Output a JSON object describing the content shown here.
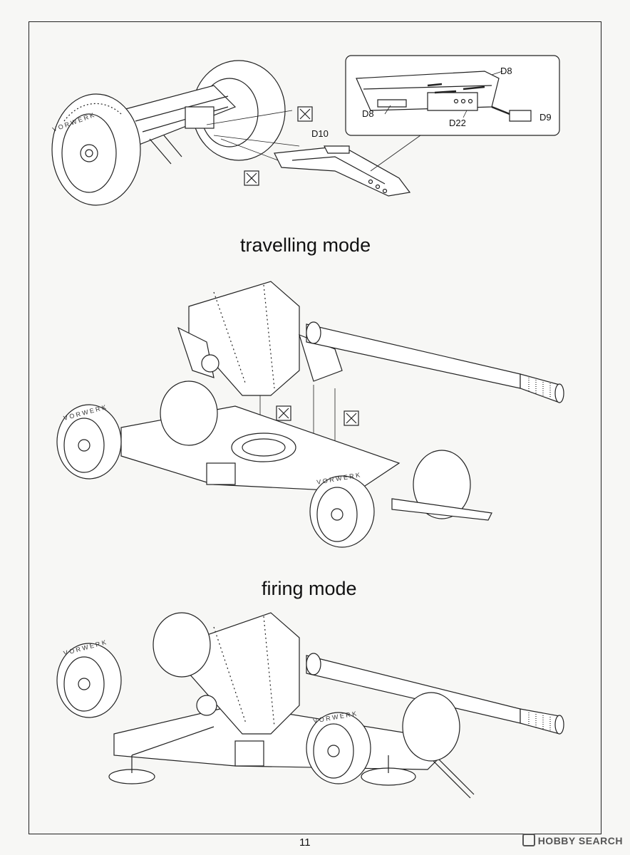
{
  "labels": {
    "travelling": "travelling mode",
    "firing": "firing mode"
  },
  "callouts": {
    "d8_top": "D8",
    "d8_left": "D8",
    "d9": "D9",
    "d22": "D22",
    "d10": "D10"
  },
  "wheel_text": "V O R W E R K",
  "page_number": "11",
  "watermark": "HOBBY SEARCH"
}
